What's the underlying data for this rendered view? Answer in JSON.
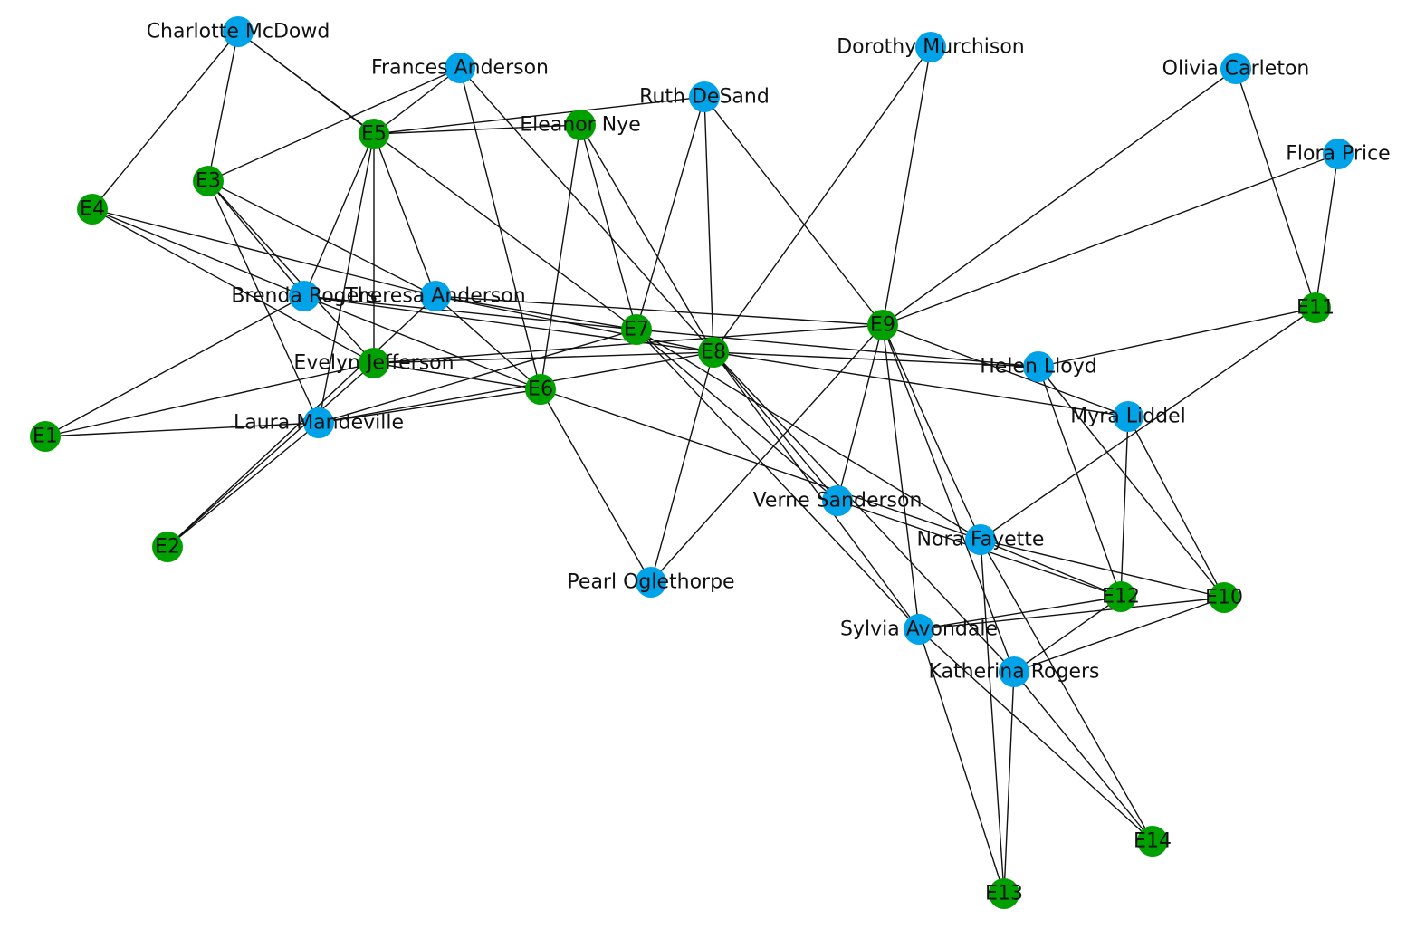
{
  "colors": {
    "woman": "#00a2e8",
    "event": "#00a000",
    "edge": "#111111"
  },
  "nodes": [
    {
      "id": "Evelyn Jefferson",
      "group": "event"
    },
    {
      "id": "Laura Mandeville",
      "group": "woman"
    },
    {
      "id": "Theresa Anderson",
      "group": "woman"
    },
    {
      "id": "Brenda Rogers",
      "group": "woman"
    },
    {
      "id": "Charlotte McDowd",
      "group": "woman"
    },
    {
      "id": "Frances Anderson",
      "group": "woman"
    },
    {
      "id": "Eleanor Nye",
      "group": "event"
    },
    {
      "id": "Pearl Oglethorpe",
      "group": "woman"
    },
    {
      "id": "Ruth DeSand",
      "group": "woman"
    },
    {
      "id": "Verne Sanderson",
      "group": "woman"
    },
    {
      "id": "Myra Liddel",
      "group": "woman"
    },
    {
      "id": "Katherina Rogers",
      "group": "woman"
    },
    {
      "id": "Sylvia Avondale",
      "group": "woman"
    },
    {
      "id": "Nora Fayette",
      "group": "woman"
    },
    {
      "id": "Helen Lloyd",
      "group": "woman"
    },
    {
      "id": "Dorothy Murchison",
      "group": "woman"
    },
    {
      "id": "Olivia Carleton",
      "group": "woman"
    },
    {
      "id": "Flora Price",
      "group": "woman"
    },
    {
      "id": "E1",
      "group": "event"
    },
    {
      "id": "E2",
      "group": "event"
    },
    {
      "id": "E3",
      "group": "event"
    },
    {
      "id": "E4",
      "group": "event"
    },
    {
      "id": "E5",
      "group": "event"
    },
    {
      "id": "E6",
      "group": "event"
    },
    {
      "id": "E7",
      "group": "event"
    },
    {
      "id": "E8",
      "group": "event"
    },
    {
      "id": "E9",
      "group": "event"
    },
    {
      "id": "E10",
      "group": "event"
    },
    {
      "id": "E11",
      "group": "event"
    },
    {
      "id": "E12",
      "group": "event"
    },
    {
      "id": "E13",
      "group": "event"
    },
    {
      "id": "E14",
      "group": "event"
    }
  ],
  "memberships": {
    "Evelyn Jefferson": [
      "E1",
      "E2",
      "E3",
      "E4",
      "E5",
      "E6",
      "E8",
      "E9"
    ],
    "Laura Mandeville": [
      "E1",
      "E2",
      "E3",
      "E5",
      "E6",
      "E7",
      "E8"
    ],
    "Theresa Anderson": [
      "E2",
      "E3",
      "E4",
      "E5",
      "E6",
      "E7",
      "E8",
      "E9"
    ],
    "Brenda Rogers": [
      "E1",
      "E3",
      "E4",
      "E5",
      "E6",
      "E7",
      "E8"
    ],
    "Charlotte McDowd": [
      "E3",
      "E4",
      "E5",
      "E7"
    ],
    "Frances Anderson": [
      "E3",
      "E5",
      "E6",
      "E8"
    ],
    "Eleanor Nye": [
      "E5",
      "E6",
      "E7",
      "E8"
    ],
    "Pearl Oglethorpe": [
      "E6",
      "E8",
      "E9"
    ],
    "Ruth DeSand": [
      "E5",
      "E7",
      "E8",
      "E9"
    ],
    "Verne Sanderson": [
      "E7",
      "E8",
      "E9",
      "E12"
    ],
    "Myra Liddel": [
      "E8",
      "E9",
      "E10",
      "E12"
    ],
    "Katherina Rogers": [
      "E8",
      "E9",
      "E10",
      "E12",
      "E13",
      "E14"
    ],
    "Sylvia Avondale": [
      "E7",
      "E8",
      "E9",
      "E10",
      "E12",
      "E13",
      "E14"
    ],
    "Nora Fayette": [
      "E6",
      "E7",
      "E9",
      "E10",
      "E11",
      "E12",
      "E13",
      "E14"
    ],
    "Helen Lloyd": [
      "E7",
      "E8",
      "E10",
      "E11",
      "E12"
    ],
    "Dorothy Murchison": [
      "E8",
      "E9"
    ],
    "Olivia Carleton": [
      "E9",
      "E11"
    ],
    "Flora Price": [
      "E9",
      "E11"
    ]
  }
}
